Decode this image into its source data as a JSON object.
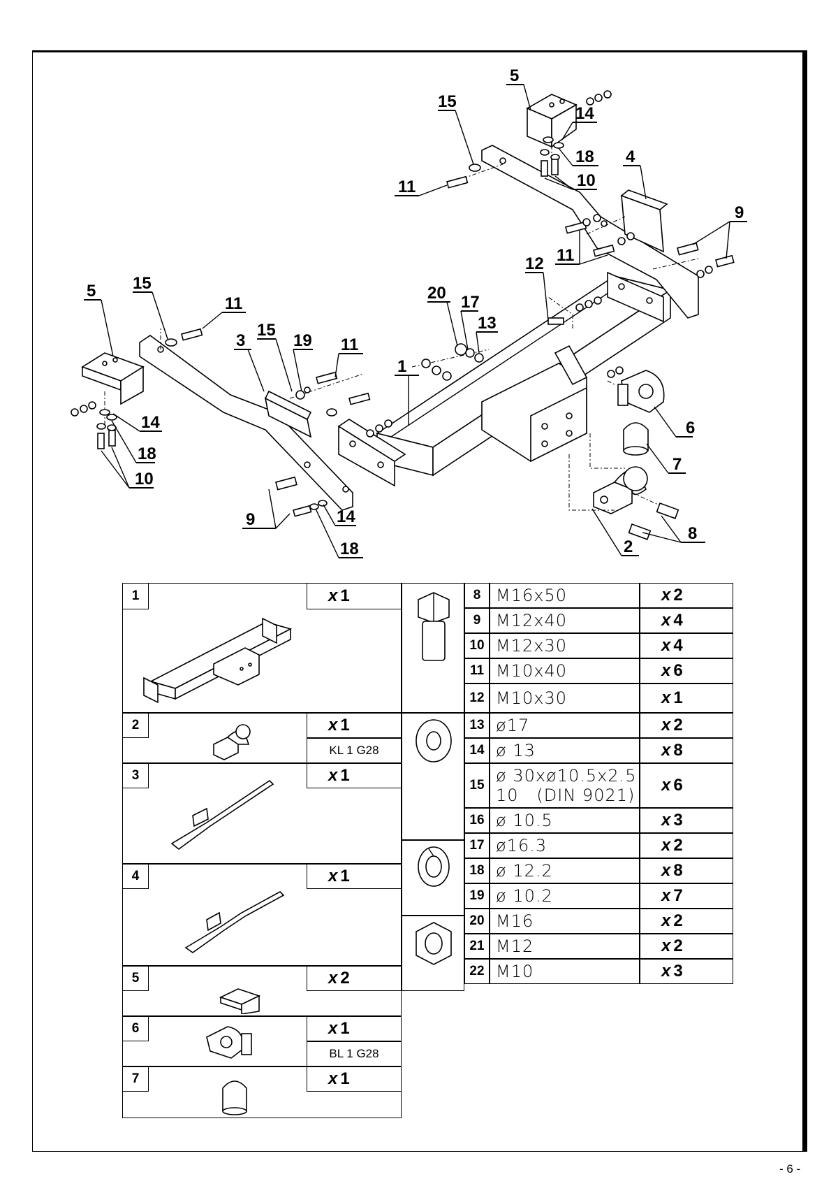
{
  "callouts": {
    "c1": "1",
    "c2": "2",
    "c3": "3",
    "c4": "4",
    "c5a": "5",
    "c5b": "5",
    "c6": "6",
    "c7": "7",
    "c8": "8",
    "c9a": "9",
    "c9b": "9",
    "c10a": "10",
    "c10b": "10",
    "c11a": "11",
    "c11b": "11",
    "c11c": "11",
    "c11d": "11",
    "c12": "12",
    "c13": "13",
    "c14a": "14",
    "c14b": "14",
    "c14c": "14",
    "c15a": "15",
    "c15b": "15",
    "c15c": "15",
    "c17": "17",
    "c18a": "18",
    "c18b": "18",
    "c18c": "18",
    "c19": "19",
    "c20": "20"
  },
  "parts_left": [
    {
      "num": "1",
      "qty_prefix": "x",
      "qty": "1",
      "code": ""
    },
    {
      "num": "2",
      "qty_prefix": "x",
      "qty": "1",
      "code": "KL 1 G28"
    },
    {
      "num": "3",
      "qty_prefix": "x",
      "qty": "1",
      "code": ""
    },
    {
      "num": "4",
      "qty_prefix": "x",
      "qty": "1",
      "code": ""
    },
    {
      "num": "5",
      "qty_prefix": "x",
      "qty": "2",
      "code": ""
    },
    {
      "num": "6",
      "qty_prefix": "x",
      "qty": "1",
      "code": "BL 1 G28"
    },
    {
      "num": "7",
      "qty_prefix": "x",
      "qty": "1",
      "code": ""
    }
  ],
  "parts_right": [
    {
      "num": "8",
      "spec": "M16x50",
      "qty_prefix": "x",
      "qty": "2"
    },
    {
      "num": "9",
      "spec": "M12x40",
      "qty_prefix": "x",
      "qty": "4"
    },
    {
      "num": "10",
      "spec": "M12x30",
      "qty_prefix": "x",
      "qty": "4"
    },
    {
      "num": "11",
      "spec": "M10x40",
      "qty_prefix": "x",
      "qty": "6"
    },
    {
      "num": "12",
      "spec": "M10x30",
      "qty_prefix": "x",
      "qty": "1"
    },
    {
      "num": "13",
      "spec": "ø17",
      "qty_prefix": "x",
      "qty": "2"
    },
    {
      "num": "14",
      "spec": "ø 13",
      "qty_prefix": "x",
      "qty": "8"
    },
    {
      "num": "15",
      "spec": "ø 30xø10.5x2.5",
      "spec2": "10   (DIN 9021)",
      "qty_prefix": "x",
      "qty": "6"
    },
    {
      "num": "16",
      "spec": "ø 10.5",
      "qty_prefix": "x",
      "qty": "3"
    },
    {
      "num": "17",
      "spec": "ø16.3",
      "qty_prefix": "x",
      "qty": "2"
    },
    {
      "num": "18",
      "spec": "ø 12.2",
      "qty_prefix": "x",
      "qty": "8"
    },
    {
      "num": "19",
      "spec": "ø 10.2",
      "qty_prefix": "x",
      "qty": "7"
    },
    {
      "num": "20",
      "spec": "M16",
      "qty_prefix": "x",
      "qty": "2"
    },
    {
      "num": "21",
      "spec": "M12",
      "qty_prefix": "x",
      "qty": "2"
    },
    {
      "num": "22",
      "spec": "M10",
      "qty_prefix": "x",
      "qty": "3"
    }
  ],
  "page_number": "- 6 -"
}
